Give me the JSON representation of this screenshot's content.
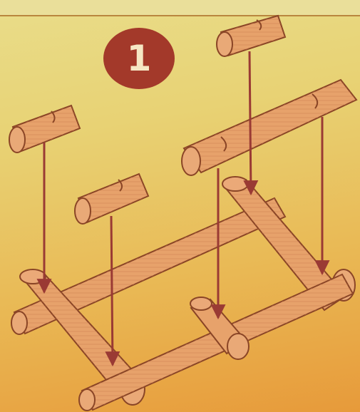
{
  "step": {
    "number": "1"
  },
  "colors": {
    "background_top": "#e9dd8a",
    "background_bottom": "#e79a3a",
    "log_fill": "#e7a26b",
    "log_outline": "#8a4526",
    "arrow": "#9a3a34",
    "badge": "#a3392a",
    "badge_text": "#f6e7c4"
  },
  "parts": {
    "base_logs": [
      "left-rail",
      "right-rail",
      "back-rail",
      "front-rail"
    ],
    "floating_pieces": [
      "top-short-log",
      "left-short-log",
      "middle-short-log",
      "long-crossbar-log"
    ],
    "assembly_arrows": 5
  }
}
